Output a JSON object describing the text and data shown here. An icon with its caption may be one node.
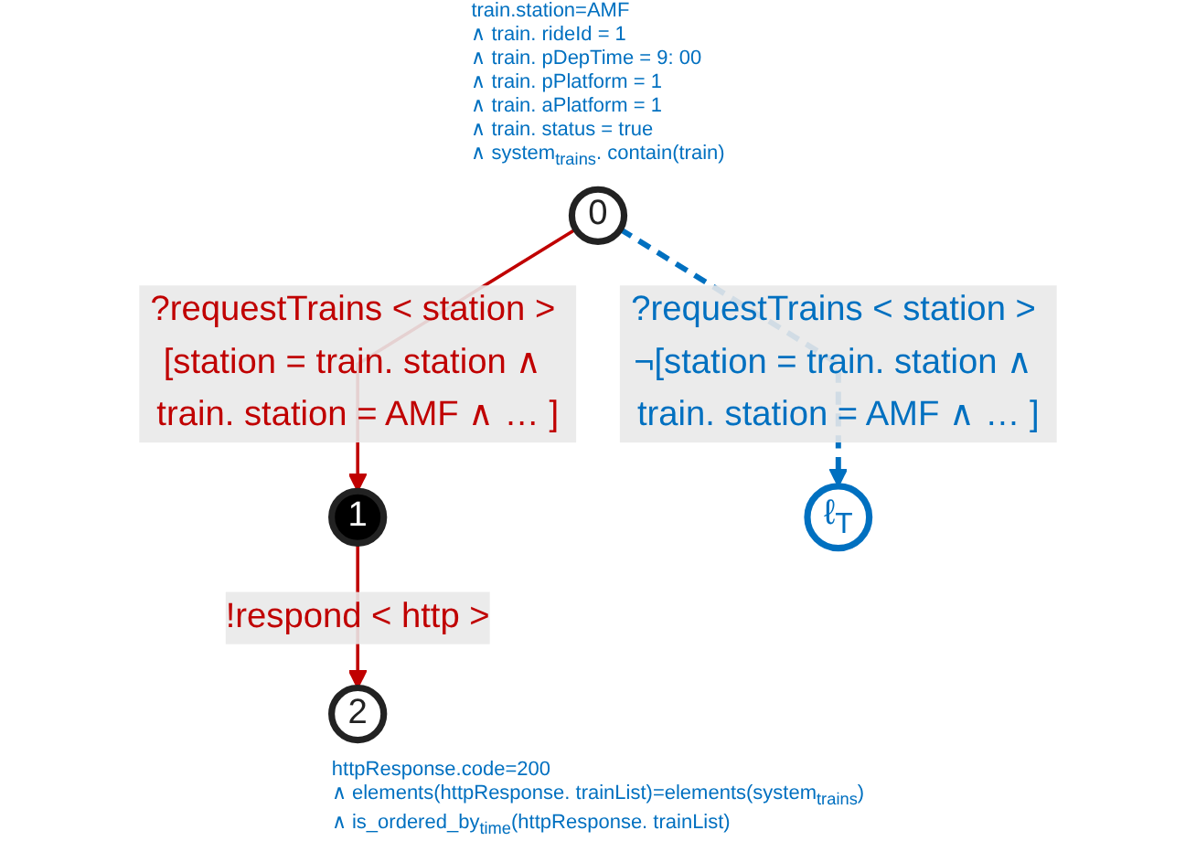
{
  "diagram": {
    "nodes": [
      {
        "text": [
          "0"
        ],
        "beside": [
          "train.station=AMF",
          "∧ train. rideId = 1",
          "∧ train. pDepTime = 9: 00",
          "∧ train. pPlatform = 1",
          "∧ train. aPlatform = 1",
          "∧ train. status = true",
          "∧ system$_{trains}$. contain(train)"
        ]
      },
      {
        "text": [
          "1"
        ]
      },
      {
        "text": [
          "2"
        ],
        "beside": [
          "httpResponse.code=200",
          "∧ elements(httpResponse. trainList)=elements(system$_{trains}$)",
          "∧ is_ordered_by$_{time}$(httpResponse. trainList)"
        ]
      },
      {
        "text": [
          "ℓ$_{T}$"
        ]
      }
    ],
    "edges": [
      {
        "from": 0,
        "to": 1,
        "arrow": "to",
        "label": "?requestTrains < station > [station = train. station ∧ train. station = AMF ∧ … ]",
        "color": "#c00000"
      },
      {
        "from": 1,
        "to": 2,
        "arrow": "to",
        "label": "!respond < http >",
        "color": "#c00000"
      },
      {
        "from": 0,
        "to": 3,
        "arrow": "to",
        "label": "?requestTrains < station > ¬[station = train. station ∧ train. station = AMF ∧ … ]",
        "color": "#0070c0",
        "style": "dashed"
      }
    ]
  }
}
